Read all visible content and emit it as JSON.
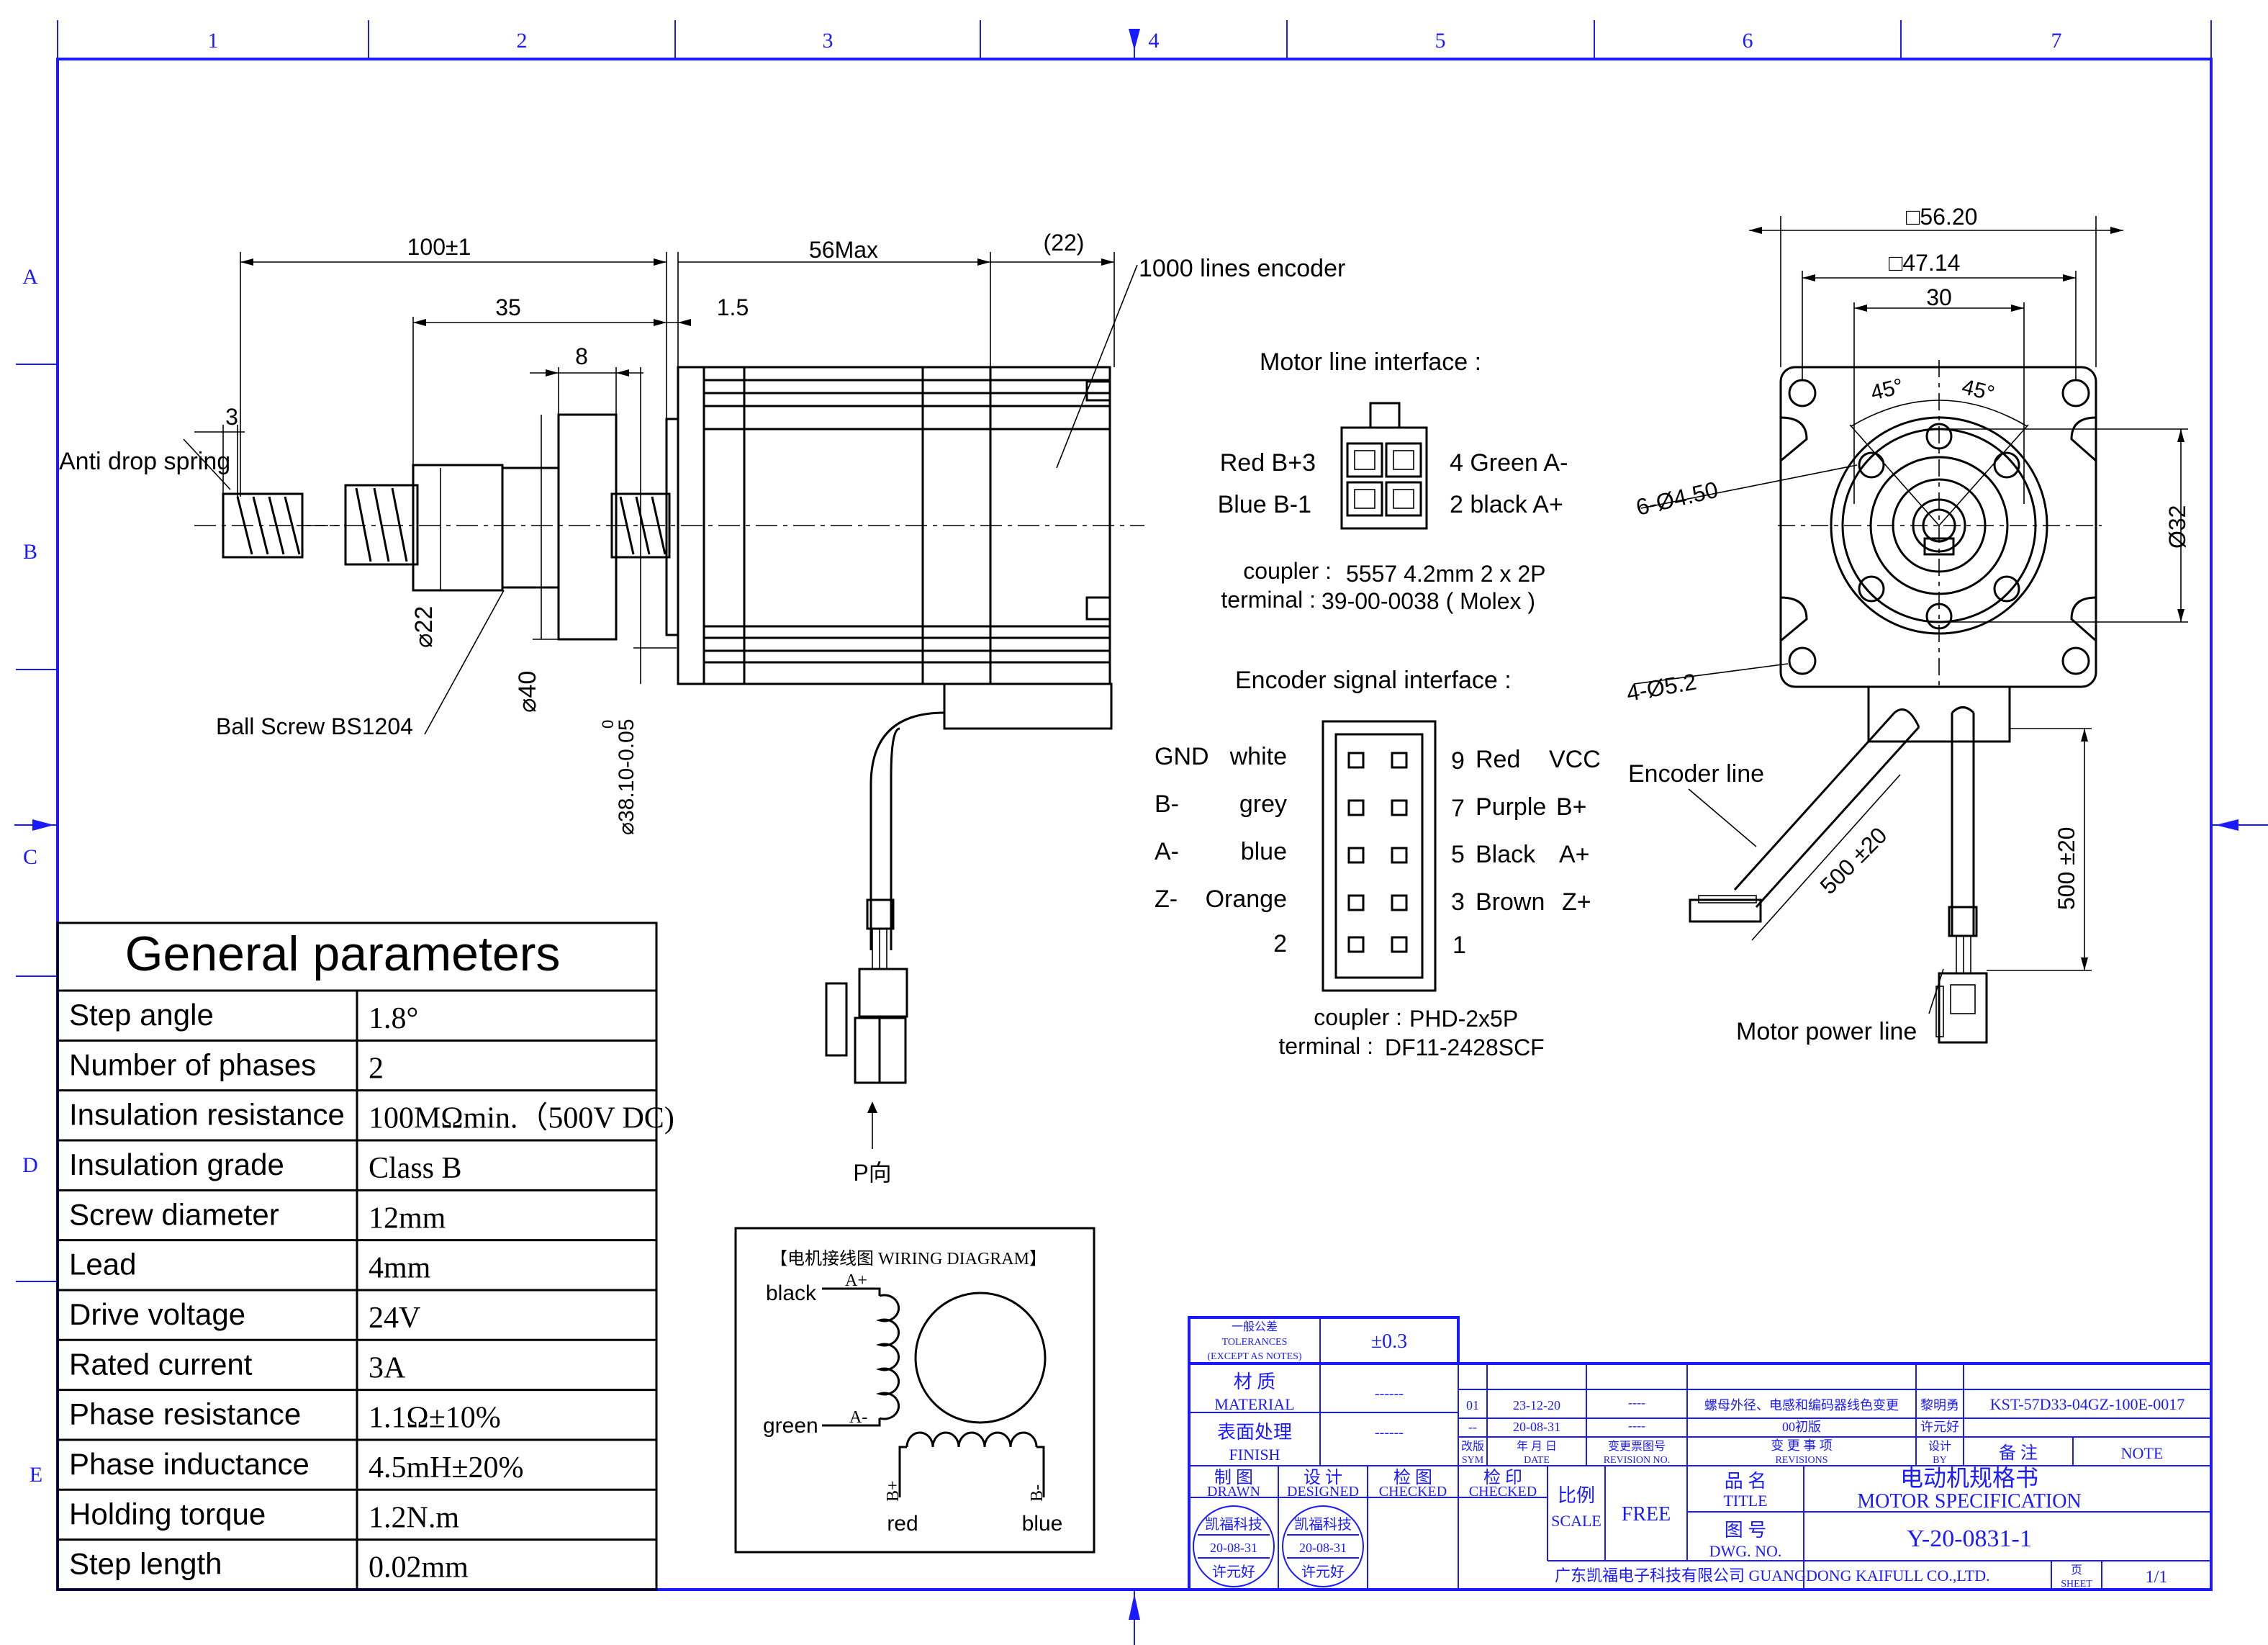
{
  "frame": {
    "columns": [
      "1",
      "2",
      "3",
      "4",
      "5",
      "6",
      "7"
    ],
    "rows": [
      "A",
      "B",
      "C",
      "D",
      "E"
    ]
  },
  "side_view": {
    "dim_length": "100±1",
    "dim_35": "35",
    "dim_8": "8",
    "dim_3": "3",
    "dim_56max": "56Max",
    "dim_1_5": "1.5",
    "dim_22": "(22)",
    "encoder_label": "1000 lines encoder",
    "anti_drop": "Anti drop spring",
    "ball_screw_prefix": "Ball Screw ",
    "ball_screw_model": "BS1204",
    "dia_22": "22",
    "dia_40": "40",
    "dia_38": "38.10-0.05",
    "dia_38_upper": "0",
    "p_direction": "P向"
  },
  "motor_interface": {
    "title": "Motor line interface :",
    "left_pins": [
      "Red B+3",
      "Blue B-1"
    ],
    "right_pins": [
      "4 Green A-",
      "2 black A+"
    ],
    "coupler_label": "coupler :",
    "coupler_value": "5557 4.2mm 2 x 2P",
    "terminal_label": "terminal :",
    "terminal_value": "39-00-0038 ( Molex )"
  },
  "encoder_interface": {
    "title": "Encoder signal interface :",
    "left": [
      {
        "sig": "GND",
        "color": "white"
      },
      {
        "sig": "B-",
        "color": "grey"
      },
      {
        "sig": "A-",
        "color": "blue"
      },
      {
        "sig": "Z-",
        "color": "Orange"
      },
      {
        "sig": "",
        "color": "2"
      }
    ],
    "right": [
      {
        "pin": "9",
        "color": "Red",
        "sig": "VCC"
      },
      {
        "pin": "7",
        "color": "Purple",
        "sig": "B+"
      },
      {
        "pin": "5",
        "color": "Black",
        "sig": "A+"
      },
      {
        "pin": "3",
        "color": "Brown",
        "sig": "Z+"
      },
      {
        "pin": "1",
        "color": "",
        "sig": ""
      }
    ],
    "coupler_label": "coupler :",
    "coupler_value": "PHD-2x5P",
    "terminal_label": "terminal :",
    "terminal_value": "DF11-2428SCF"
  },
  "front_view": {
    "sq_outer": "56.20",
    "sq_inner": "47.14",
    "dim_30": "30",
    "angle1": "45°",
    "angle2": "45°",
    "holes_6": "6-Ø4.50",
    "holes_4": "4-Ø5.2",
    "dia_32": "Ø32",
    "encoder_line": "Encoder line",
    "motor_power_line": "Motor power line",
    "len1": "500 ±20",
    "len2": "500 ±20"
  },
  "parameters": {
    "title": "General parameters",
    "rows": [
      {
        "name": "Step angle",
        "value": "1.8°"
      },
      {
        "name": "Number of phases",
        "value": "2"
      },
      {
        "name": "Insulation resistance",
        "value": "100MΩmin.（500V DC)"
      },
      {
        "name": "Insulation grade",
        "value": "Class B"
      },
      {
        "name": "Screw diameter",
        "value": "12mm"
      },
      {
        "name": "Lead",
        "value": "4mm"
      },
      {
        "name": "Drive voltage",
        "value": "24V"
      },
      {
        "name": "Rated current",
        "value": "3A"
      },
      {
        "name": "Phase resistance",
        "value": "1.1Ω±10%"
      },
      {
        "name": "Phase inductance",
        "value": "4.5mH±20%"
      },
      {
        "name": "Holding torque",
        "value": "1.2N.m"
      },
      {
        "name": "Step length",
        "value": "0.02mm"
      }
    ]
  },
  "wiring": {
    "title": "【电机接线图 WIRING DIAGRAM】",
    "black": "black",
    "green": "green",
    "a_plus": "A+",
    "a_minus": "A-",
    "b_plus": "B+",
    "b_minus": "B-",
    "red": "red",
    "blue": "blue"
  },
  "title_block": {
    "tol_cn": "一般公差",
    "tol_en1": "TOLERANCES",
    "tol_en2": "(EXCEPT AS NOTES)",
    "tol_value": "±0.3",
    "material_cn": "材 质",
    "material_en": "MATERIAL",
    "finish_cn": "表面处理",
    "finish_en": "FINISH",
    "dash": "------",
    "rev_no": "01",
    "rev_date": "23-12-20",
    "rev_doc": "----",
    "rev_desc": "螺母外径、电感和编码器线色变更",
    "rev_by": "黎明勇",
    "rev2_no": "--",
    "rev2_date": "20-08-31",
    "rev2_doc": "----",
    "rev2_desc": "00初版",
    "rev2_by": "许元好",
    "part_no": "KST-57D33-04GZ-100E-0017",
    "h_sym": "改版\nSYM",
    "h_date": "年 月 日\nDATE",
    "h_rev": "变更票图号\nREVISION NO.",
    "h_desc_cn": "变 更 事 项",
    "h_desc_en": "REVISIONS",
    "h_by_cn": "设计",
    "h_by_en": "BY",
    "note_cn": "备 注",
    "note_en": "NOTE",
    "drawn_cn": "制 图",
    "drawn_en": "DRAWN",
    "designed_cn": "设 计",
    "designed_en": "DESIGNED",
    "checked_cn": "检 图",
    "checked_en": "CHECKED",
    "checked2_cn": "检 印",
    "checked2_en": "CHECKED",
    "scale_cn": "比例",
    "scale_en": "SCALE",
    "scale_value": "FREE",
    "title_cn": "品 名",
    "title_en": "TITLE",
    "title_value_cn": "电动机规格书",
    "title_value_en": "MOTOR SPECIFICATION",
    "dwg_cn": "图 号",
    "dwg_en": "DWG. NO.",
    "dwg_value": "Y-20-0831-1",
    "company": "广东凯福电子科技有限公司 GUANGDONG KAIFULL CO.,LTD.",
    "sheet_cn": "页",
    "sheet_en": "SHEET",
    "sheet_value": "1/1",
    "stamp_company": "凯福科技",
    "stamp_date": "20-08-31",
    "stamp_name": "许元好"
  }
}
